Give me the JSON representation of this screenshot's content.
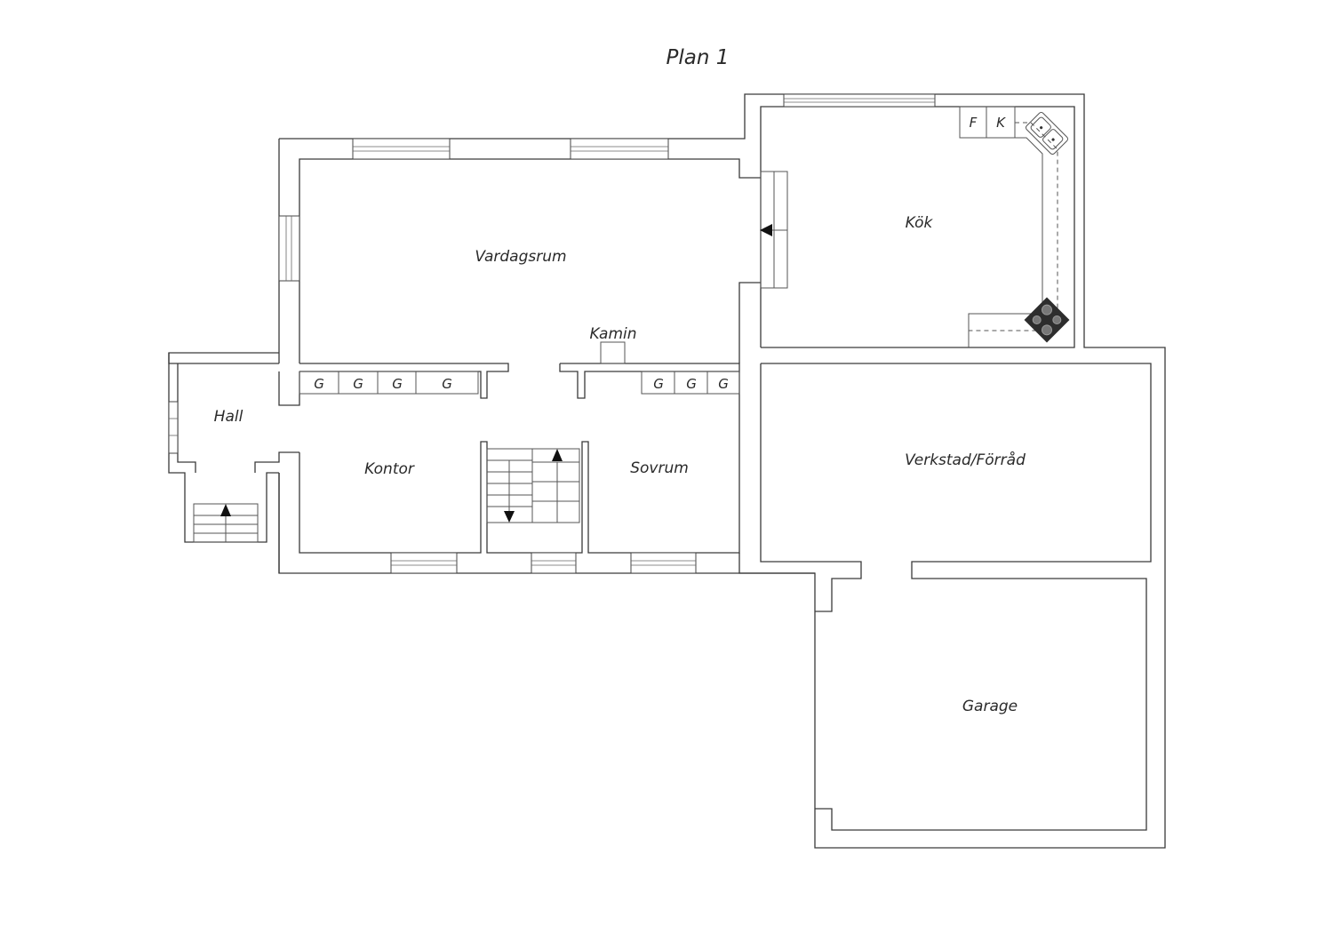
{
  "title": "Plan 1",
  "rooms": {
    "vardagsrum": "Vardagsrum",
    "kok": "Kök",
    "hall": "Hall",
    "kontor": "Kontor",
    "sovrum": "Sovrum",
    "verkstad": "Verkstad/Förråd",
    "garage": "Garage",
    "kamin": "Kamin"
  },
  "cabinets": {
    "wardrobe": "G",
    "fridge": "F",
    "freezer": "K"
  },
  "colors": {
    "line": "#3a3a3a",
    "text": "#2a2a2a",
    "background": "#ffffff"
  }
}
